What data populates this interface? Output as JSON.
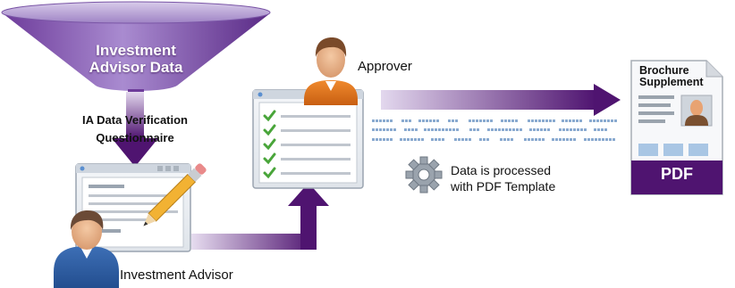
{
  "funnel": {
    "line1": "Investment",
    "line2": "Advisor Data"
  },
  "verification": {
    "line1": "IA Data Verification",
    "line2": "Questionnaire"
  },
  "approver_label": "Approver",
  "advisor_label": "Investment Advisor",
  "process": {
    "line1": "Data is processed",
    "line2": "with PDF Template"
  },
  "brochure": {
    "line1": "Brochure",
    "line2": "Supplement"
  },
  "pdf_label": "PDF",
  "icons": [
    "person-icon",
    "checklist-window-icon",
    "pencil-icon",
    "gear-icon",
    "document-icon"
  ],
  "colors": {
    "purple": "#5b1f7a",
    "dots": "#7fa3c8",
    "person_shirt": "#e0761f",
    "funnel": "#8a60b3"
  }
}
